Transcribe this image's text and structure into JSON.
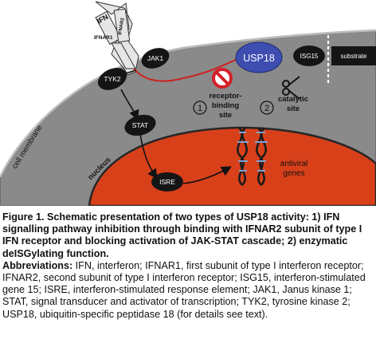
{
  "diagram": {
    "labels": {
      "ifn": "IFN",
      "ifnar1": "IFNAR1",
      "ifnar2": "IFNAR2",
      "jak1": "JAK1",
      "tyk2": "TYK2",
      "stat": "STAT",
      "isre": "ISRE",
      "usp18": "USP18",
      "isg15": "ISG15",
      "substrate": "substrate",
      "cell_membrane": "cell membrane",
      "nucleus": "nucleus",
      "antiviral_genes_line1": "antiviral",
      "antiviral_genes_line2": "genes",
      "site1_number": "1",
      "site1_line1": "receptor-",
      "site1_line2": "binding",
      "site1_line3": "site",
      "site2_number": "2",
      "site2_line1": "catalytic",
      "site2_line2": "site"
    },
    "colors": {
      "cytoplasm": "#8a8a8a",
      "nucleus": "#d8401a",
      "usp18": "#3d4db0",
      "inhibit": "#d4202a",
      "signal_line": "#cc2222",
      "node": "#151515",
      "receptor": "#e6e6e6"
    }
  },
  "caption": {
    "title": "Figure 1. Schematic presentation of two types of USP18 activity: 1) IFN signalling pathway inhibition through binding with IFNAR2 subunit of type I IFN receptor and blocking activation of JAK-STAT cascade; 2) enzymatic deISGylating function.",
    "abbrev_label": "Abbreviations:",
    "abbrev_text": " IFN, interferon; IFNAR1, first subunit of type I interferon receptor; IFNAR2, second subunit of type I interferon receptor; ISG15, interferon-stimulated gene 15; ISRE, interferon-stimulated response element; JAK1, Janus kinase 1; STAT, signal transducer and activator of transcription; TYK2, tyrosine kinase 2; USP18, ubiquitin-specific peptidase 18 (for details see text)."
  }
}
